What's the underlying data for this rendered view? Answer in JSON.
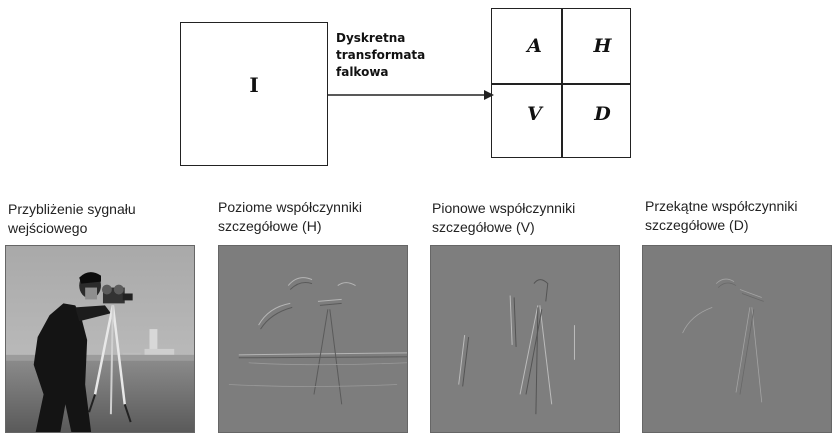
{
  "diagram": {
    "input_label": "I",
    "arrow_label": "Dyskretna\ntransformata\nfalkowa",
    "quadrants": {
      "top_left": "A",
      "top_right": "H",
      "bottom_left": "V",
      "bottom_right": "D"
    }
  },
  "panels": [
    {
      "caption": "Przybliżenie sygnału\nwejściowego"
    },
    {
      "caption": "Poziome współczynniki\nszczegółowe (H)"
    },
    {
      "caption": "Pionowe współczynniki\nszczegółowe (V)"
    },
    {
      "caption": "Przekątne współczynniki\nszczegółowe (D)"
    }
  ]
}
